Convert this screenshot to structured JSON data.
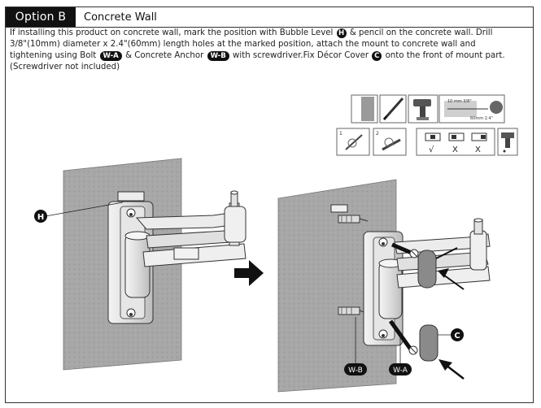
{
  "header": {
    "option_label": "Option B",
    "title": "Concrete Wall"
  },
  "instructions": {
    "part1": "If installing this product on concrete wall, mark the position with Bubble Level",
    "bubble_level_tag": "H",
    "part2": "& pencil on the concrete wall. Drill 3/8\"(10mm) diameter x 2.4\"(60mm) length holes at the marked position, attach the mount to concrete wall and tightening using Bolt",
    "bolt_tag": "W-A",
    "part3": "& Concrete Anchor",
    "anchor_tag": "W-B",
    "part4": "with screwdriver.Fix Décor Cover",
    "cover_tag": "C",
    "part5": "onto the front of mount part. (Screwdriver not included)"
  },
  "illustration": {
    "left_callout": "H",
    "right_callout_cover": "C",
    "right_callout_anchor": "W-B",
    "right_callout_bolt": "W-A",
    "panel_drill_spec_1": "10 mm 3/8\"",
    "panel_drill_spec_2": "60mm 2.4\"",
    "panel_mark_1": "1",
    "panel_mark_2": "2",
    "check_mark": "√",
    "cross_mark_1": "X",
    "cross_mark_2": "X"
  }
}
